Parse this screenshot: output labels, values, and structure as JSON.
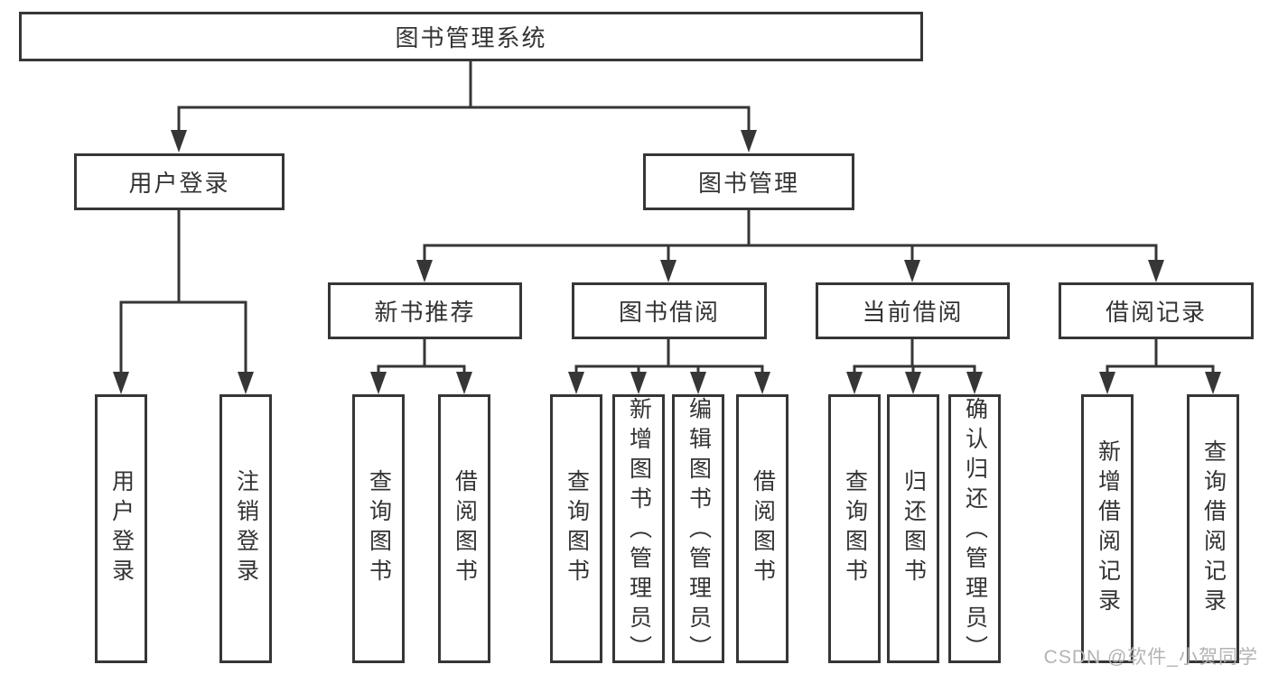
{
  "diagram": {
    "root": {
      "label": "图书管理系统"
    },
    "branches": [
      {
        "label": "用户登录",
        "children": [
          {
            "label": "用户登录"
          },
          {
            "label": "注销登录"
          }
        ]
      },
      {
        "label": "图书管理",
        "children": [
          {
            "label": "新书推荐",
            "children": [
              {
                "label": "查询图书"
              },
              {
                "label": "借阅图书"
              }
            ]
          },
          {
            "label": "图书借阅",
            "children": [
              {
                "label": "查询图书"
              },
              {
                "label": "新增图书（管理员）"
              },
              {
                "label": "编辑图书（管理员）"
              },
              {
                "label": "借阅图书"
              }
            ]
          },
          {
            "label": "当前借阅",
            "children": [
              {
                "label": "查询图书"
              },
              {
                "label": "归还图书"
              },
              {
                "label": "确认归还（管理员）"
              }
            ]
          },
          {
            "label": "借阅记录",
            "children": [
              {
                "label": "新增借阅记录"
              },
              {
                "label": "查询借阅记录"
              }
            ]
          }
        ]
      }
    ]
  },
  "watermark": {
    "text": "CSDN @软件_小贺同学"
  },
  "colors": {
    "line": "#363636",
    "text": "#333333",
    "background": "#ffffff",
    "watermark": "#b3b3b3"
  }
}
